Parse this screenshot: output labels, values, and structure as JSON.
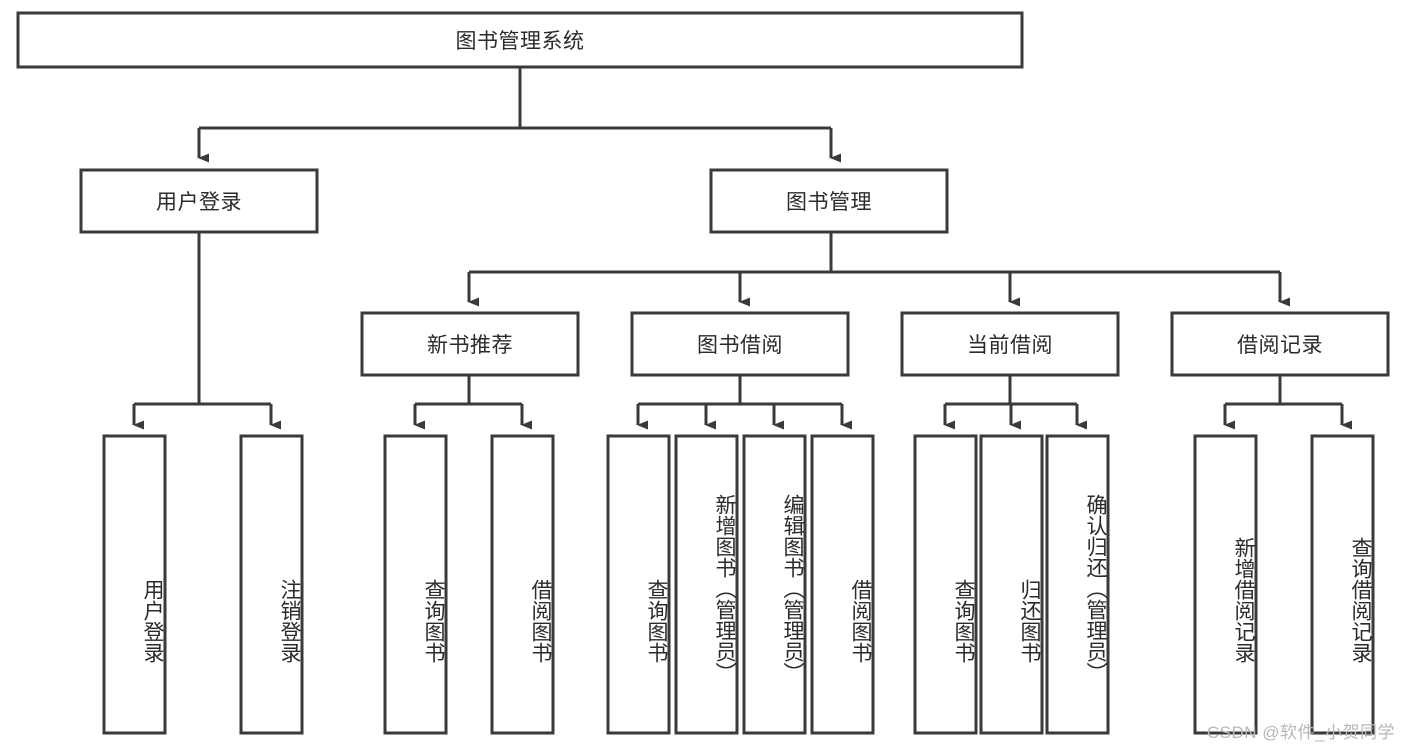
{
  "diagram": {
    "title": "图书管理系统",
    "watermark": "CSDN @软件_小贺同学",
    "colors": {
      "stroke": "#3a3a3a",
      "fill": "#ffffff",
      "text": "#2b2b2b",
      "watermark": "#b8b8b8"
    },
    "levels": {
      "root": {
        "label": "图书管理系统"
      },
      "level2": [
        {
          "label": "用户登录"
        },
        {
          "label": "图书管理"
        }
      ],
      "level3": [
        {
          "label": "新书推荐"
        },
        {
          "label": "图书借阅"
        },
        {
          "label": "当前借阅"
        },
        {
          "label": "借阅记录"
        }
      ],
      "leaves": [
        {
          "label": "用户登录",
          "parent": "用户登录"
        },
        {
          "label": "注销登录",
          "parent": "用户登录"
        },
        {
          "label": "查询图书",
          "parent": "新书推荐"
        },
        {
          "label": "借阅图书",
          "parent": "新书推荐"
        },
        {
          "label": "查询图书",
          "parent": "图书借阅"
        },
        {
          "label": "新增图书（管理员）",
          "parent": "图书借阅"
        },
        {
          "label": "编辑图书（管理员）",
          "parent": "图书借阅"
        },
        {
          "label": "借阅图书",
          "parent": "图书借阅"
        },
        {
          "label": "查询图书",
          "parent": "当前借阅"
        },
        {
          "label": "归还图书",
          "parent": "当前借阅"
        },
        {
          "label": "确认归还（管理员）",
          "parent": "当前借阅"
        },
        {
          "label": "新增借阅记录",
          "parent": "借阅记录"
        },
        {
          "label": "查询借阅记录",
          "parent": "借阅记录"
        }
      ]
    }
  }
}
